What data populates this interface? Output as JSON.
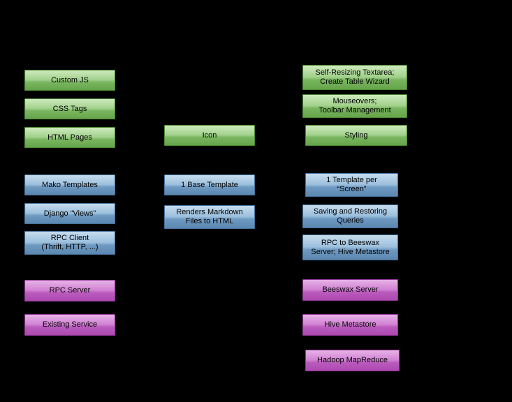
{
  "background": "#000000",
  "colors": {
    "green": {
      "top": "#cdeabd",
      "bottom": "#66a44b",
      "border": "#4a8631"
    },
    "blue": {
      "top": "#c6ddee",
      "bottom": "#5b87b0",
      "border": "#44719c"
    },
    "magenta": {
      "top": "#e7b2e7",
      "bottom": "#ad48b0",
      "border": "#8e3595"
    }
  },
  "boxes": [
    {
      "label": "Custom JS",
      "type": "green"
    },
    {
      "label": "CSS Tags",
      "type": "green"
    },
    {
      "label": "HTML Pages",
      "type": "green"
    },
    {
      "label": "Icon",
      "type": "green"
    },
    {
      "label": "Self-Resizing Textarea;\nCreate Table Wizard",
      "type": "green"
    },
    {
      "label": "Mouseovers;\nToolbar Management",
      "type": "green"
    },
    {
      "label": "Styling",
      "type": "green"
    },
    {
      "label": "Mako Templates",
      "type": "blue"
    },
    {
      "label": "Django “Views”",
      "type": "blue"
    },
    {
      "label": "RPC Client\n(Thrift, HTTP, ...)",
      "type": "blue"
    },
    {
      "label": "1 Base Template",
      "type": "blue"
    },
    {
      "label": "Renders Markdown\nFiles to HTML",
      "type": "blue"
    },
    {
      "label": "1 Template per\n“Screen”",
      "type": "blue"
    },
    {
      "label": "Saving and Restoring\nQueries",
      "type": "blue"
    },
    {
      "label": "RPC to Beeswax\nServer; Hive Metastore",
      "type": "blue"
    },
    {
      "label": "RPC Server",
      "type": "magenta"
    },
    {
      "label": "Existing Service",
      "type": "magenta"
    },
    {
      "label": "Beeswax Server",
      "type": "magenta"
    },
    {
      "label": "Hive Metastore",
      "type": "magenta"
    },
    {
      "label": "Hadoop MapReduce",
      "type": "magenta"
    }
  ]
}
